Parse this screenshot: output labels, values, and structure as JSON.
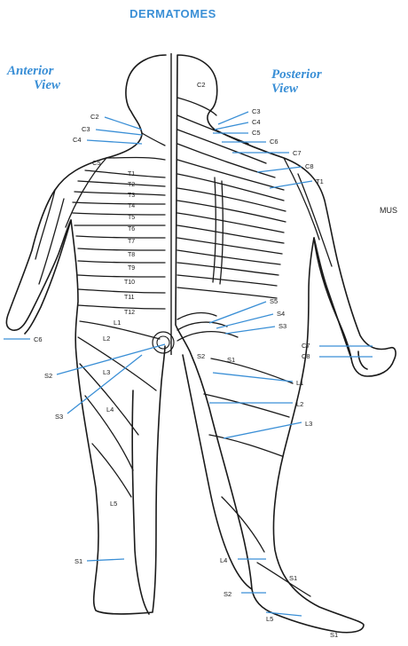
{
  "title": "DERMATOMES",
  "anterior_view": {
    "line1": "Anterior",
    "line2": "View"
  },
  "posterior_view": {
    "line1": "Posterior",
    "line2": "View"
  },
  "stray_text": "MUS",
  "colors": {
    "accent": "#3a8fd6",
    "outline": "#1a1a1a"
  },
  "labels": {
    "c2_head": "C2",
    "ant_c2": "C2",
    "ant_c3": "C3",
    "ant_c4": "C4",
    "ant_c5": "C5",
    "ant_t1": "T1",
    "ant_t2": "T2",
    "ant_t3": "T3",
    "ant_t4": "T4",
    "ant_t5": "T5",
    "ant_t6": "T6",
    "ant_t7": "T7",
    "ant_t8": "T8",
    "ant_t9": "T9",
    "ant_t10": "T10",
    "ant_t11": "T11",
    "ant_t12": "T12",
    "ant_l1": "L1",
    "ant_l2": "L2",
    "ant_l3": "L3",
    "ant_l4": "L4",
    "ant_l5": "L5",
    "ant_c6": "C6",
    "ant_s2": "S2",
    "ant_s3": "S3",
    "ant_s1": "S1",
    "post_c3": "C3",
    "post_c4": "C4",
    "post_c5": "C5",
    "post_c6": "C6",
    "post_c7": "C7",
    "post_c8": "C8",
    "post_t1": "T1",
    "post_s5": "S5",
    "post_s4": "S4",
    "post_s3": "S3",
    "post_c7b": "C7",
    "post_c8b": "C8",
    "post_s2": "S2",
    "post_s1": "S1",
    "post_l1": "L1",
    "post_l2": "L2",
    "post_l3": "L3",
    "post_l4": "L4",
    "post_s2b": "S2",
    "post_s1b": "S1",
    "post_l5": "L5",
    "post_s1c": "S1"
  }
}
